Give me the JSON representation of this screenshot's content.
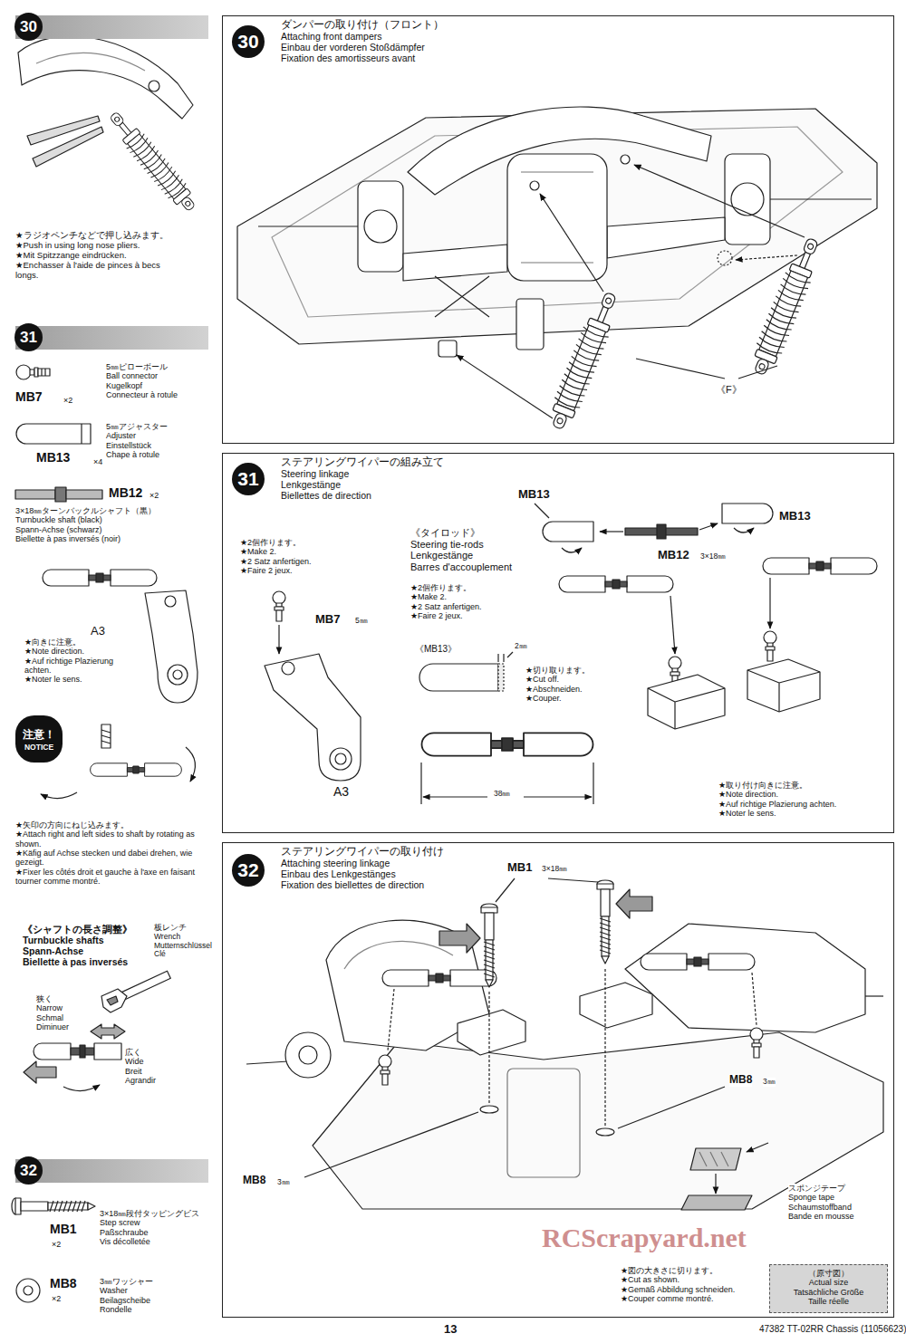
{
  "diagram": {
    "nodes": [
      {
        "text": [
          "ダンパーの取り付け（フロント）",
          "Attaching front dampers",
          "Einbau der vorderen Stoßdämpfer",
          "Fixation des amortisseurs avant"
        ]
      },
      {
        "text": [
          "30"
        ],
        "in": 0
      },
      {
        "text": [
          "ステアリングワイパーの組み立て",
          "Steering linkage",
          "Lenkgestänge",
          "Biellettes de direction"
        ]
      },
      {
        "text": [
          "31"
        ],
        "in": 2
      },
      {
        "text": [
          "ステアリングワイパーの取り付け",
          "Attaching steering linkage",
          "Einbau des Lenkgestänges",
          "Fixation des biellettes de direction"
        ]
      },
      {
        "text": [
          "32"
        ],
        "in": 4
      },
      {
        "text": [
          "30"
        ]
      },
      {
        "text": [
          "31"
        ]
      },
      {
        "text": [
          "32"
        ]
      },
      {
        "text": [
          "注意！",
          "NOTICE"
        ]
      },
      {
        "text": [
          "（原寸図）",
          "Actual size",
          "Tatsächliche Größe",
          "Taille réelle"
        ],
        "in": 4
      }
    ],
    "labels": [
      "★ラジオペンチなどで押し込みます。",
      "★Push in using long nose pliers.",
      "★Mit Spitzzange eindrücken.",
      "★Enchasser à l'aide de pinces à becs longs.",
      "MB7",
      "×2",
      "5㎜ピローボール",
      "Ball connector",
      "Kugelkopf",
      "Connecteur à rotule",
      "MB13",
      "×4",
      "5㎜アジャスター",
      "Adjuster",
      "Einstellstück",
      "Chape à rotule",
      "MB12",
      "×2",
      "3×18㎜ターンバックルシャフト（黒）",
      "Turnbuckle shaft (black)",
      "Spann-Achse (schwarz)",
      "Biellette à pas inversés (noir)",
      "A3",
      "★向きに注意。",
      "★Note direction.",
      "★Auf richtige Plazierung achten.",
      "★Noter le sens.",
      "★矢印の方向にねじ込みます。",
      "★Attach right and left sides to shaft by rotating as shown.",
      "★Käfig auf Achse stecken und dabei drehen, wie gezeigt.",
      "★Fixer les côtés droit et gauche à l'axe en faisant tourner comme montré.",
      "《シャフトの長さ調整》",
      "Turnbuckle shafts",
      "Spann-Achse",
      "Biellette à pas inversés",
      "板レンチ",
      "Wrench",
      "Mutternschlüssel",
      "Clé",
      "狭く",
      "Narrow",
      "Schmal",
      "Diminuer",
      "広く",
      "Wide",
      "Breit",
      "Agrandir",
      "MB1",
      "×2",
      "3×18㎜段付タッピングビス",
      "Step screw",
      "Paßschraube",
      "Vis décolletée",
      "MB8",
      "×2",
      "3㎜ワッシャー",
      "Washer",
      "Beilagscheibe",
      "Rondelle",
      "《F》",
      "★2個作ります。",
      "★Make 2.",
      "★2 Satz anfertigen.",
      "★Faire 2 jeux.",
      "MB7",
      "5㎜",
      "A3",
      "《タイロッド》",
      "Steering tie-rods",
      "Lenkgestänge",
      "Barres d'accouplement",
      "★2個作ります。",
      "★Make 2.",
      "★2 Satz anfertigen.",
      "★Faire 2 jeux.",
      "MB13",
      "MB12",
      "3×18㎜",
      "MB13",
      "《MB13》",
      "2㎜",
      "★切り取ります。",
      "★Cut off.",
      "★Abschneiden.",
      "★Couper.",
      "38㎜",
      "★取り付け向きに注意。",
      "★Note direction.",
      "★Auf richtige Plazierung achten.",
      "★Noter le sens.",
      "MB1",
      "3×18㎜",
      "MB8",
      "3㎜",
      "MB8",
      "3㎜",
      "スポンジテープ",
      "Sponge tape",
      "Schaumstoffband",
      "Bande en mousse",
      "RCScrapyard.net",
      "★図の大きさに切ります。",
      "★Cut as shown.",
      "★Gemäß Abbildung schneiden.",
      "★Couper comme montré.",
      "13",
      "47382 TT-02RR Chassis (11056623)"
    ]
  }
}
